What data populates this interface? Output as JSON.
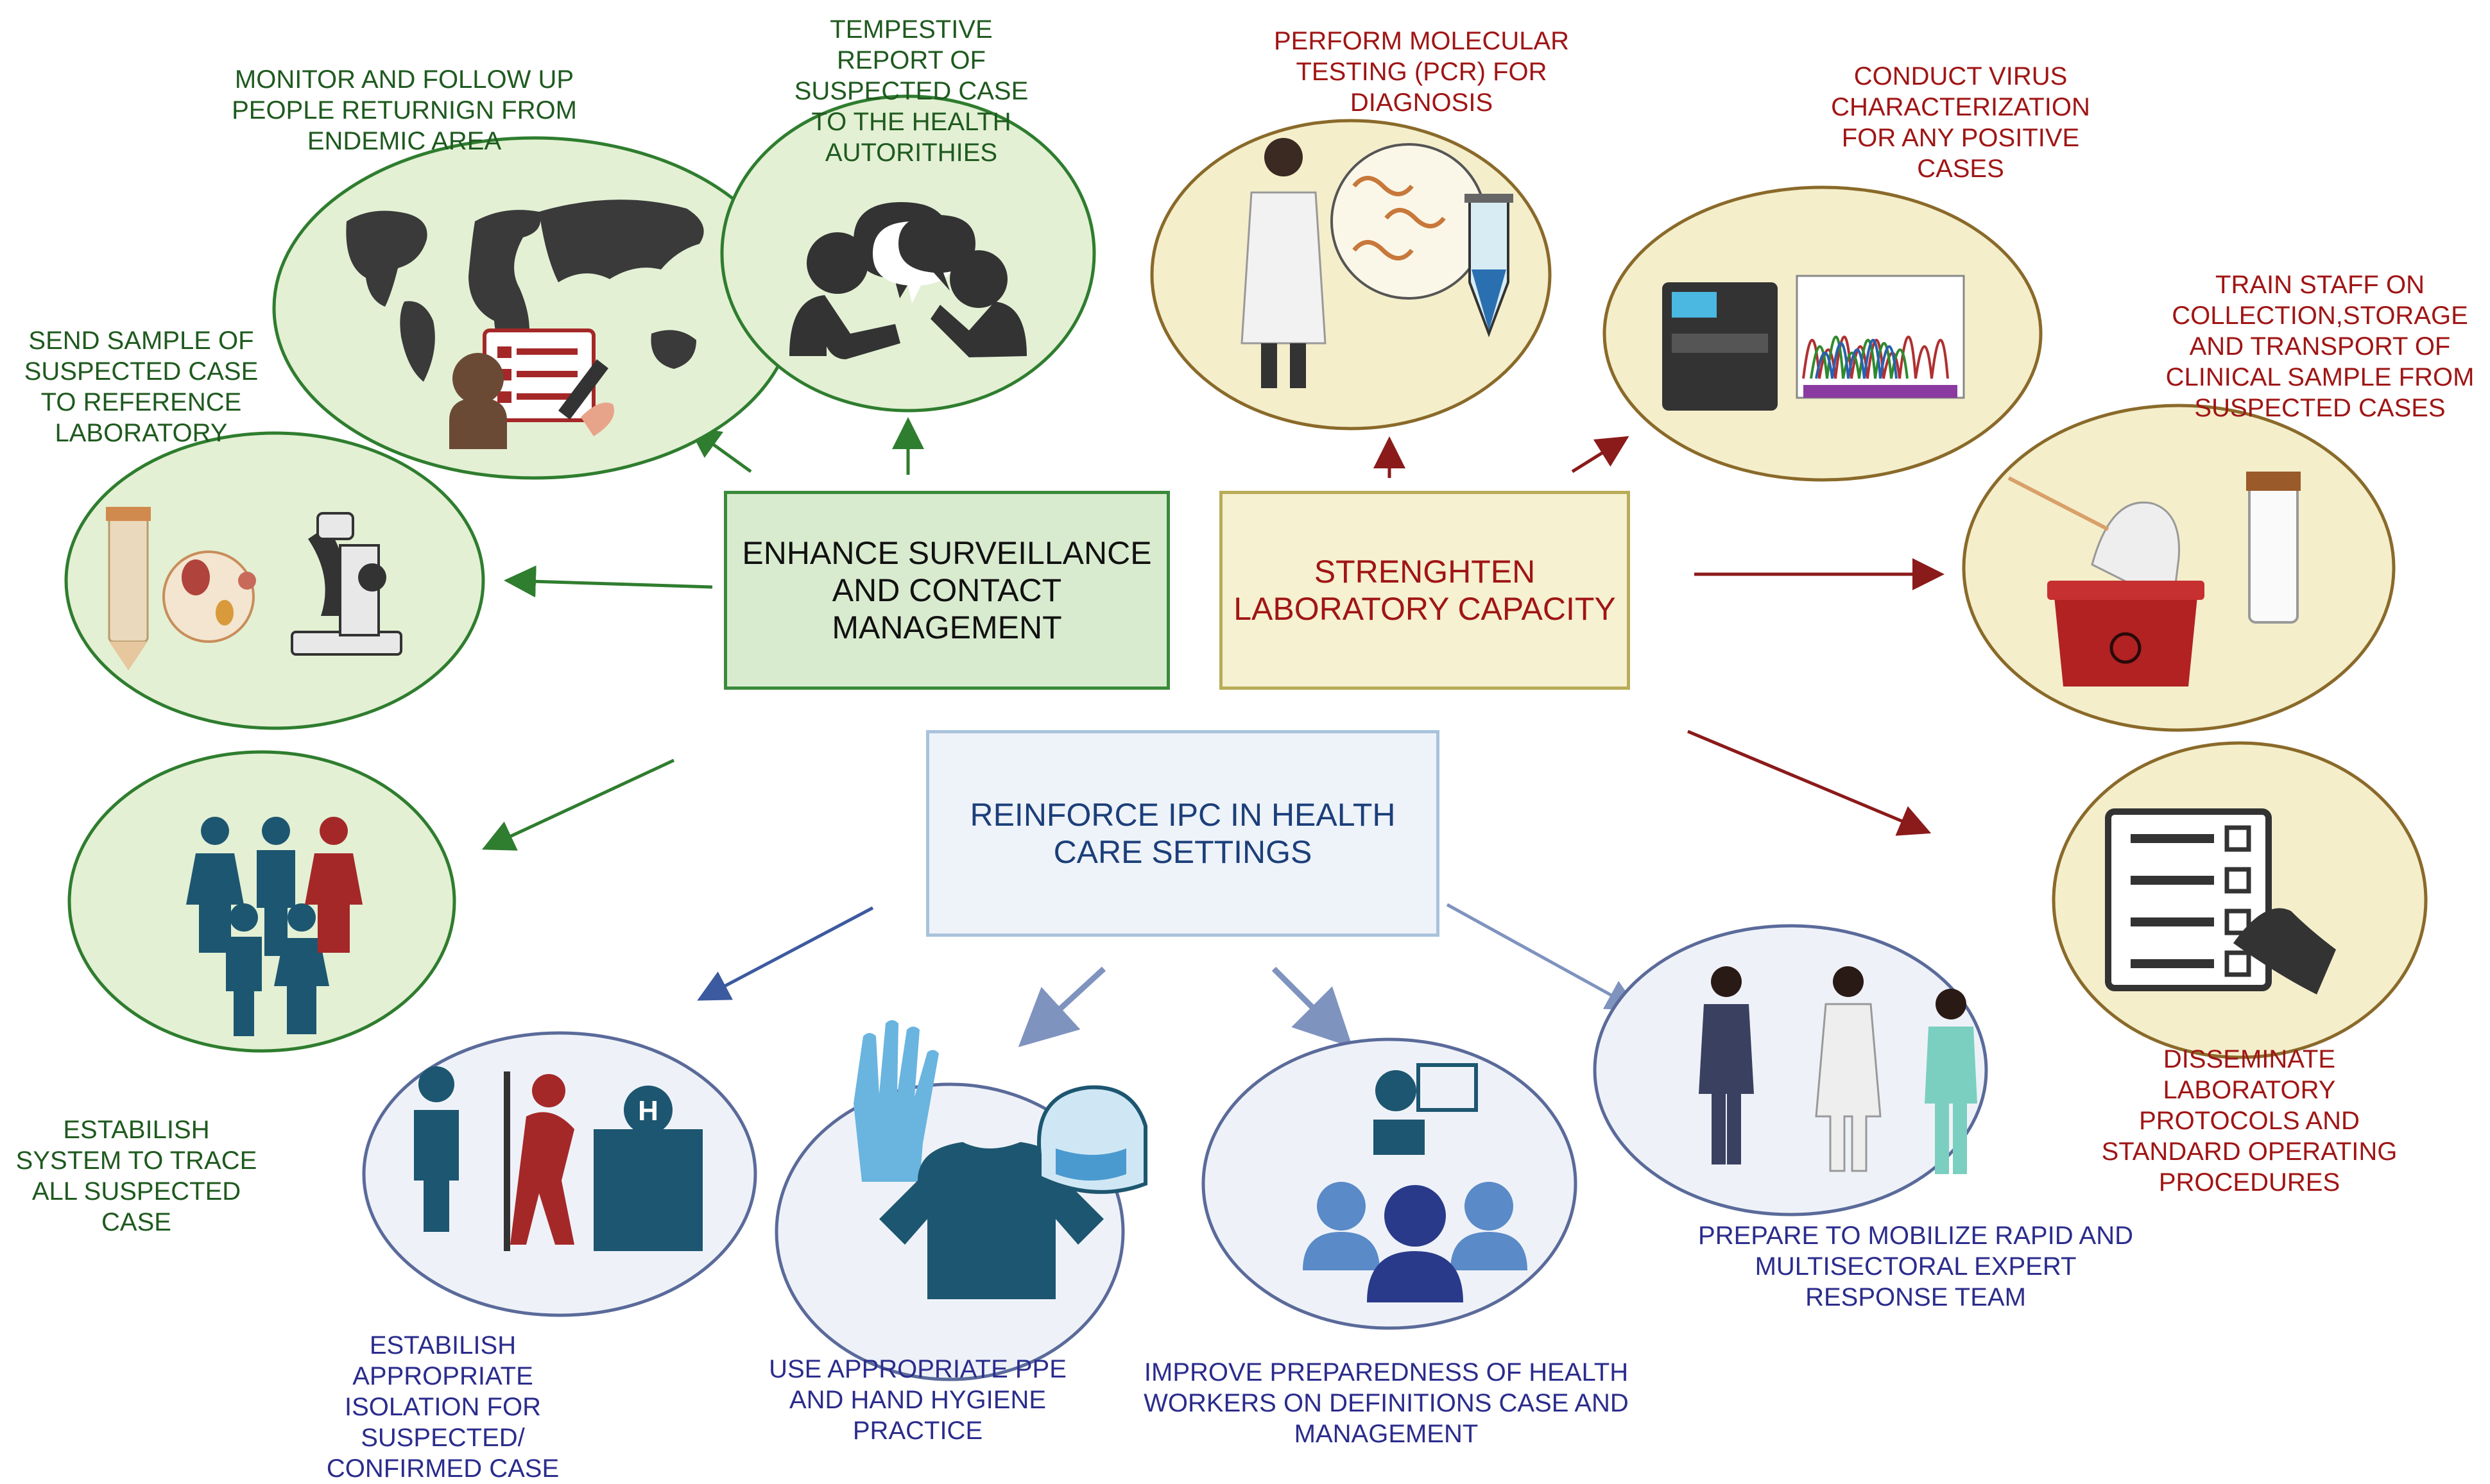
{
  "central": {
    "surveillance": "ENHANCE SURVEILLANCE AND CONTACT MANAGEMENT",
    "laboratory": "STRENGHTEN LABORATORY CAPACITY",
    "ipc": "REINFORCE IPC IN HEALTH CARE SETTINGS"
  },
  "surveillance_actions": {
    "monitor": "MONITOR AND FOLLOW UP PEOPLE RETURNIGN FROM ENDEMIC AREA",
    "report": "TEMPESTIVE REPORT OF SUSPECTED CASE TO THE HEALTH AUTORITHIES",
    "send_sample": "SEND SAMPLE OF SUSPECTED CASE TO REFERENCE LABORATORY",
    "trace": "ESTABILISH SYSTEM TO TRACE ALL SUSPECTED CASE"
  },
  "laboratory_actions": {
    "pcr": "PERFORM MOLECULAR TESTING (PCR) FOR DIAGNOSIS",
    "characterization": "CONDUCT VIRUS CHARACTERIZATION FOR ANY POSITIVE CASES",
    "train": "TRAIN STAFF ON COLLECTION,STORAGE AND TRANSPORT OF CLINICAL SAMPLE FROM SUSPECTED CASES",
    "protocols": "DISSEMINATE LABORATORY PROTOCOLS AND STANDARD OPERATING PROCEDURES"
  },
  "ipc_actions": {
    "isolation": "ESTABILISH APPROPRIATE ISOLATION FOR SUSPECTED/ CONFIRMED CASE",
    "ppe": "USE APPROPRIATE PPE AND HAND HYGIENE PRACTICE",
    "preparedness": "IMPROVE PREPAREDNESS OF HEALTH WORKERS ON DEFINITIONS CASE AND MANAGEMENT",
    "mobilize": "PREPARE TO MOBILIZE RAPID AND MULTISECTORAL EXPERT RESPONSE TEAM"
  },
  "icons": {
    "monitor": "world-map-checklist-icon",
    "report": "two-people-talking-icon",
    "send_sample": "lab-tube-microscope-icon",
    "trace": "people-group-icon",
    "pcr": "scientist-dna-tube-icon",
    "characterization": "sequencer-chromatogram-icon",
    "train": "swab-biohazard-box-icon",
    "protocols": "checklist-pen-icon",
    "isolation": "isolation-hospital-icon",
    "ppe": "glove-gown-faceshield-icon",
    "preparedness": "training-audience-icon",
    "mobilize": "expert-response-team-icon"
  },
  "colors": {
    "surveillance_green": "#3a8a3a",
    "surveillance_fill": "#d9ebcf",
    "circle_green_fill": "#e3f0d4",
    "lab_red": "#8b1a1a",
    "lab_fill": "#f6f1d0",
    "circle_yellow_fill": "#f4eecb",
    "ipc_blue": "#2b2c8c",
    "ipc_fill": "#eef3f9",
    "circle_blue_fill": "#eef2f8",
    "icon_teal": "#1d5670",
    "icon_dark": "#333333",
    "icon_red": "#a52828"
  }
}
